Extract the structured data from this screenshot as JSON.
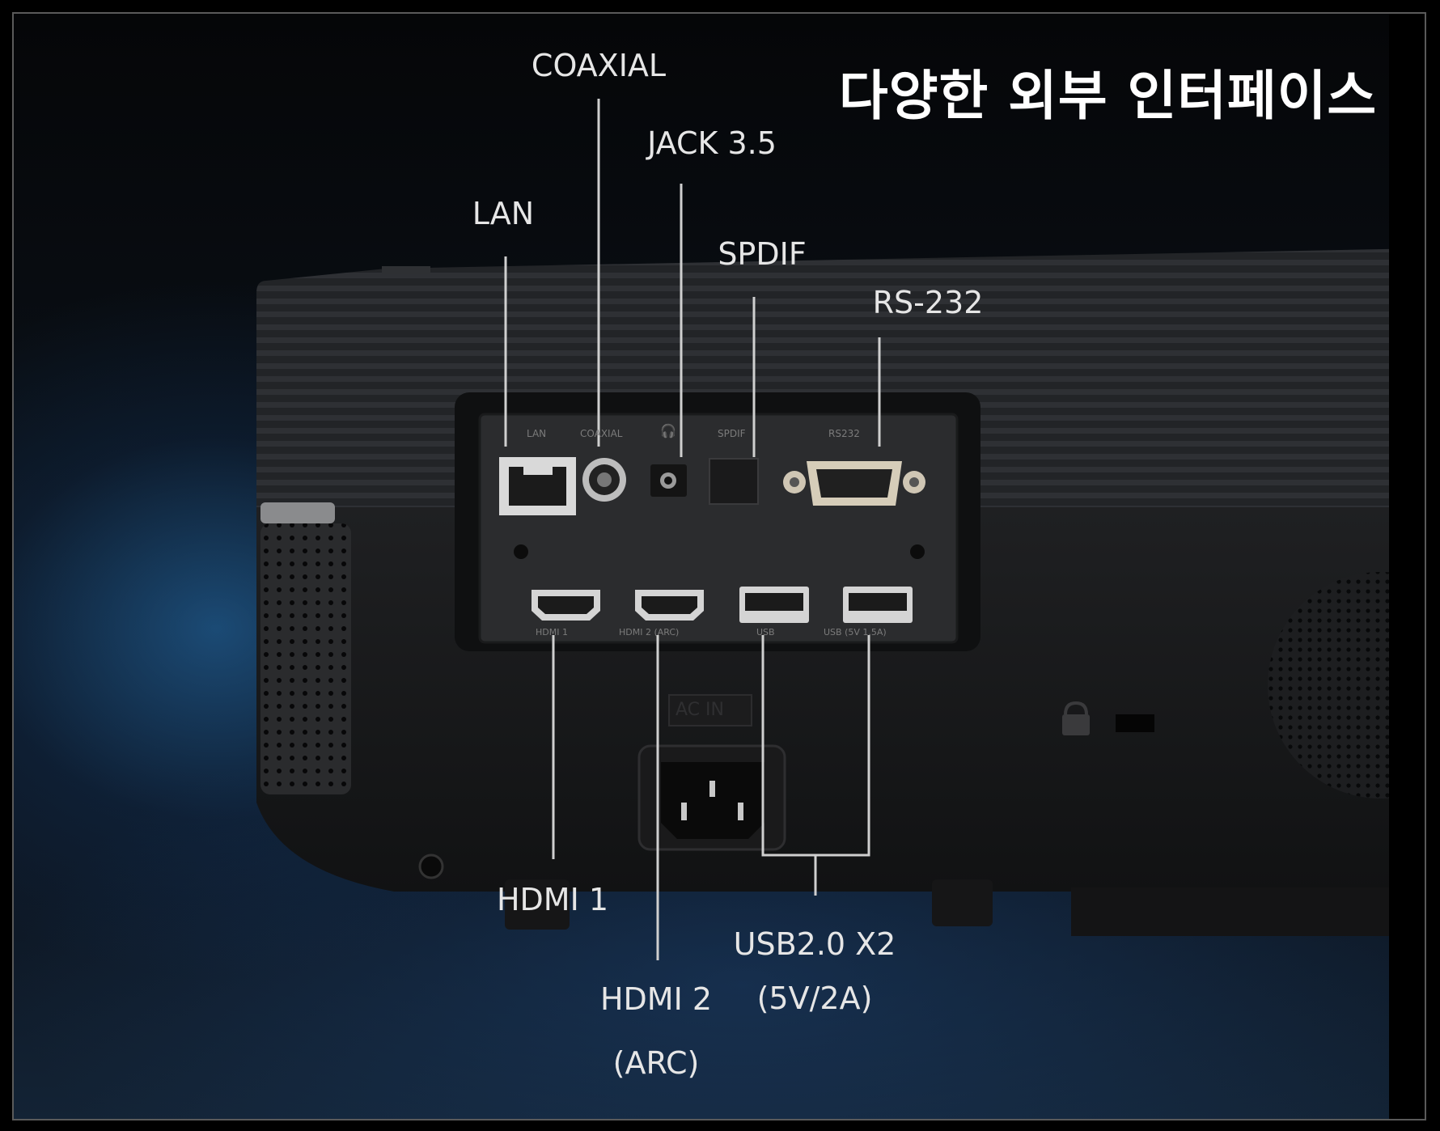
{
  "title": "다양한 외부 인터페이스",
  "labels": {
    "coaxial": "COAXIAL",
    "jack": "JACK 3.5",
    "lan": "LAN",
    "spdif": "SPDIF",
    "rs232": "RS-232",
    "hdmi1": "HDMI 1",
    "hdmi2_line1": "HDMI 2",
    "hdmi2_line2": "(ARC)",
    "usb_line1": "USB2.0 X2",
    "usb_line2": "(5V/2A)"
  },
  "panel_text": {
    "lan": "LAN",
    "coaxial": "COAXIAL",
    "spdif": "SPDIF",
    "rs232": "RS232",
    "hdmi1": "HDMI 1",
    "hdmi2": "HDMI 2 (ARC)",
    "usb": "USB",
    "usb2": "USB (5V 1.5A)",
    "acin": "AC IN"
  },
  "icons": [
    "headphone-icon",
    "lock-icon"
  ]
}
